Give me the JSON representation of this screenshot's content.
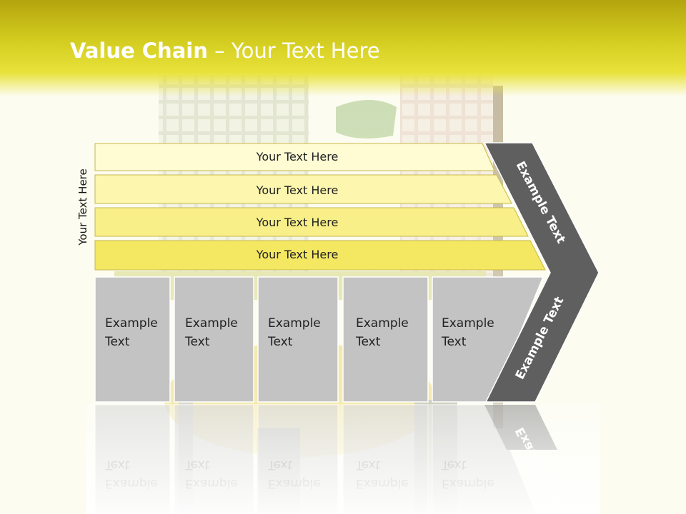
{
  "title": {
    "bold": "Value Chain",
    "rest": " – Your Text Here"
  },
  "side_label": "Your Text Here",
  "bars": [
    {
      "label": "Your Text Here",
      "fill": "#fffcd4"
    },
    {
      "label": "Your Text Here",
      "fill": "#fcf6ae"
    },
    {
      "label": "Your Text Here",
      "fill": "#f8ef88"
    },
    {
      "label": "Your Text Here",
      "fill": "#f4e762"
    }
  ],
  "boxes": [
    {
      "line1": "Example",
      "line2": "Text"
    },
    {
      "line1": "Example",
      "line2": "Text"
    },
    {
      "line1": "Example",
      "line2": "Text"
    },
    {
      "line1": "Example",
      "line2": "Text"
    },
    {
      "line1": "Example",
      "line2": "Text"
    }
  ],
  "chevron": {
    "upper": "Example Text",
    "lower": "Example Text"
  },
  "colors": {
    "header": "#d4cc20",
    "box_fill": "#c3c3c3",
    "chevron_fill": "#5f5f5f",
    "bar_stroke": "#c8b84a",
    "background": "#fcfcf0"
  }
}
